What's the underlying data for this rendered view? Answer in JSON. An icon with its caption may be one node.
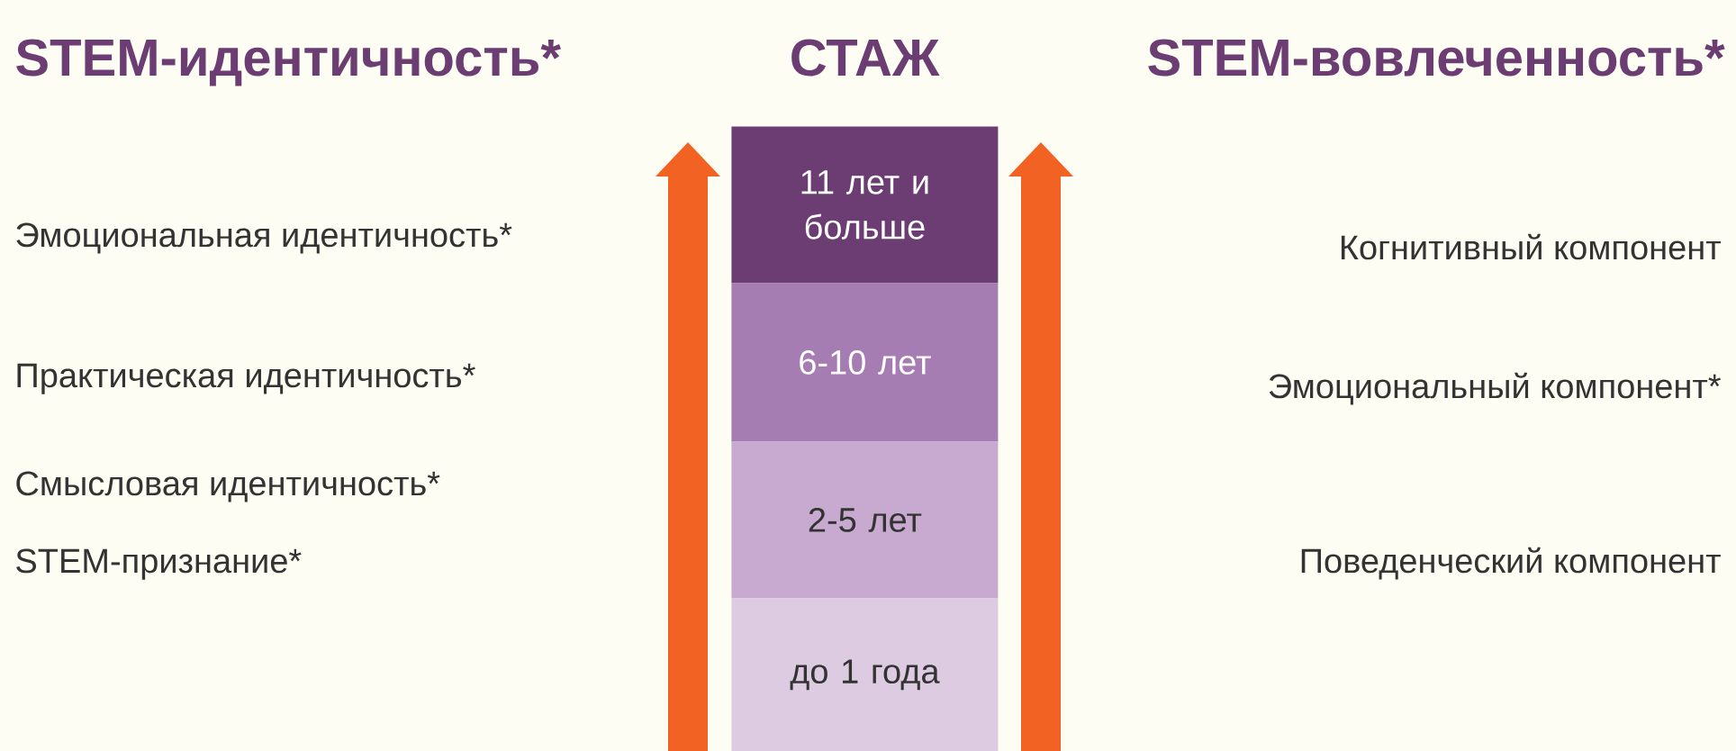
{
  "diagram": {
    "nodes": [
      {
        "text": [
          "11 лет и больше"
        ]
      },
      {
        "text": [
          "6-10 лет"
        ]
      },
      {
        "text": [
          "2-5 лет"
        ]
      },
      {
        "text": [
          "до 1 года"
        ]
      }
    ],
    "labels": [
      "STEM-идентичность*",
      "СТАЖ",
      "STEM-вовлеченность*",
      "Эмоциональная идентичность*",
      "Когнитивный компонент",
      "Практическая идентичность*",
      "Эмоциональный компонент*",
      "Смысловая идентичность*",
      "STEM-признание*",
      "Поведенческий компонент"
    ]
  }
}
